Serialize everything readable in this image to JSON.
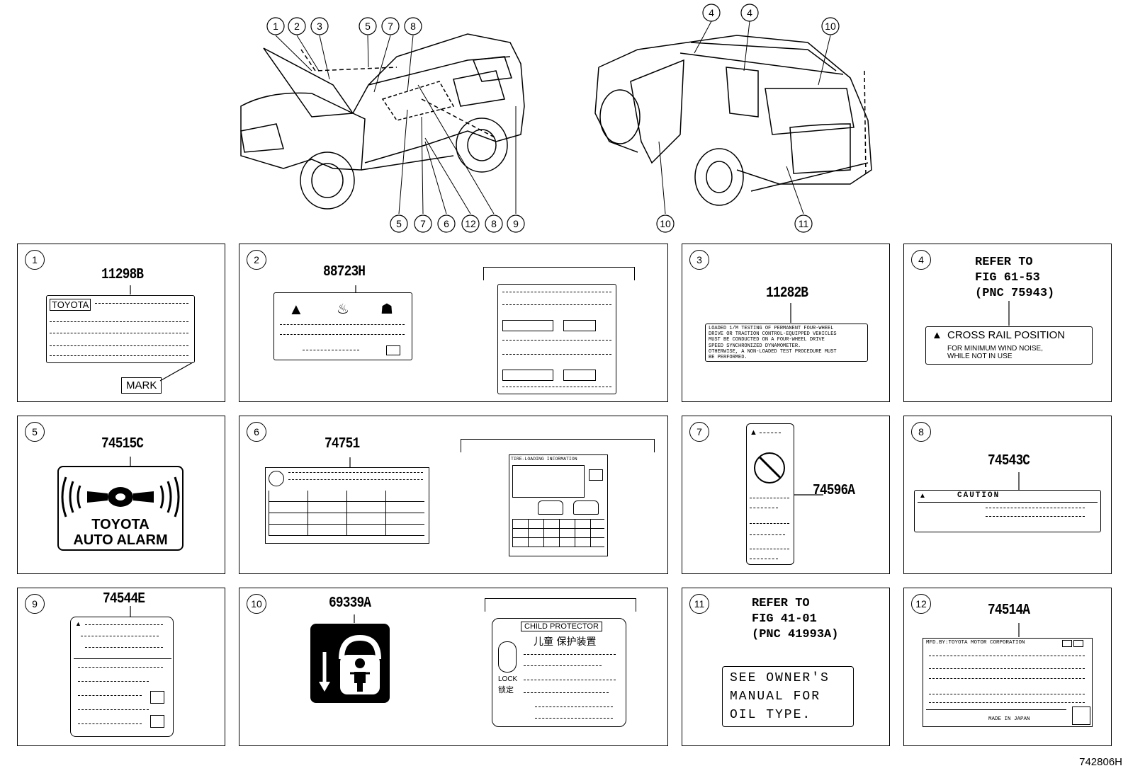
{
  "diagram_code": "742806H",
  "callouts_front": [
    "1",
    "2",
    "3",
    "5",
    "7",
    "8",
    "5",
    "7",
    "6",
    "12",
    "8",
    "9"
  ],
  "callouts_rear": [
    "4",
    "4",
    "10",
    "10",
    "11"
  ],
  "panels": {
    "p1": {
      "index": "1",
      "part_number": "11298B",
      "brand": "TOYOTA",
      "mark_label": "MARK"
    },
    "p2": {
      "index": "2",
      "part_number": "88723H"
    },
    "p3": {
      "index": "3",
      "part_number": "11282B",
      "text": "LOADED 1/M TESTING OF PERMANENT FOUR-WHEEL\nDRIVE OR TRACTION CONTROL-EQUIPPED VEHICLES\nMUST BE CONDUCTED ON A FOUR-WHEEL DRIVE\nSPEED SYNCHRONIZED DYNAMOMETER.\nOTHERWISE, A NON-LOADED TEST PROCEDURE MUST\nBE PERFORMED."
    },
    "p4": {
      "index": "4",
      "refer_line1": "REFER TO",
      "refer_line2": "FIG 61-53",
      "refer_line3": "(PNC 75943)",
      "label_title": "CROSS RAIL POSITION",
      "label_line1": "FOR MINIMUM WIND NOISE,",
      "label_line2": "WHILE NOT IN USE"
    },
    "p5": {
      "index": "5",
      "part_number": "74515C",
      "line1": "TOYOTA",
      "line2": "AUTO ALARM"
    },
    "p6": {
      "index": "6",
      "part_number": "74751",
      "alt_title": "TIRE-LOADING INFORMATION"
    },
    "p7": {
      "index": "7",
      "part_number": "74596A"
    },
    "p8": {
      "index": "8",
      "part_number": "74543C",
      "caution": "CAUTION"
    },
    "p9": {
      "index": "9",
      "part_number": "74544E"
    },
    "p10": {
      "index": "10",
      "part_number": "69339A",
      "title_en": "CHILD PROTECTOR",
      "title_cn": "儿童 保护装置",
      "lock_en": "LOCK",
      "lock_cn": "锁定"
    },
    "p11": {
      "index": "11",
      "refer_line1": "REFER TO",
      "refer_line2": "FIG 41-01",
      "refer_line3": "(PNC 41993A)",
      "label_line1": "SEE OWNER'S",
      "label_line2": "MANUAL FOR",
      "label_line3": "OIL TYPE."
    },
    "p12": {
      "index": "12",
      "part_number": "74514A",
      "mfd": "MFD.BY:TOYOTA MOTOR CORPORATION",
      "made": "MADE IN JAPAN"
    }
  }
}
